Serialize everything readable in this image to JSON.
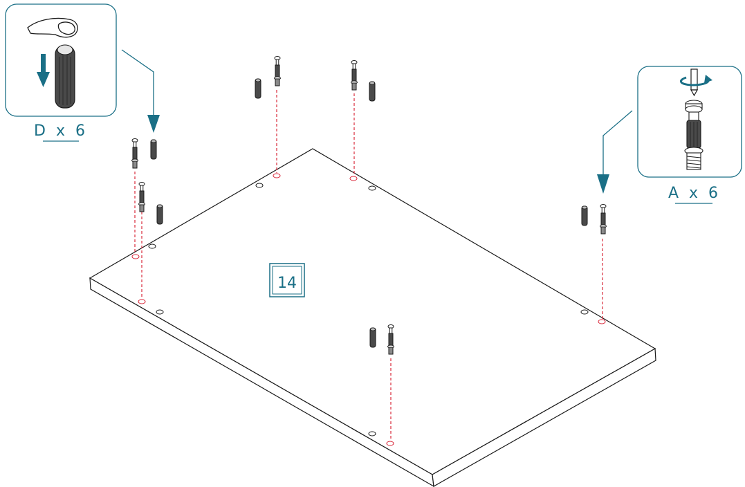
{
  "colors": {
    "accent": "#1a6f86",
    "guide": "#d9283a",
    "line": "#1a1a1a",
    "part_fill": "#5a5a5a"
  },
  "callouts": {
    "dowel": {
      "label": "D x 6",
      "icon": "dowel-press-icon"
    },
    "cam_bolt": {
      "label": "A x 6",
      "icon": "cam-bolt-screw-icon"
    }
  },
  "panel": {
    "part_number": "14"
  }
}
